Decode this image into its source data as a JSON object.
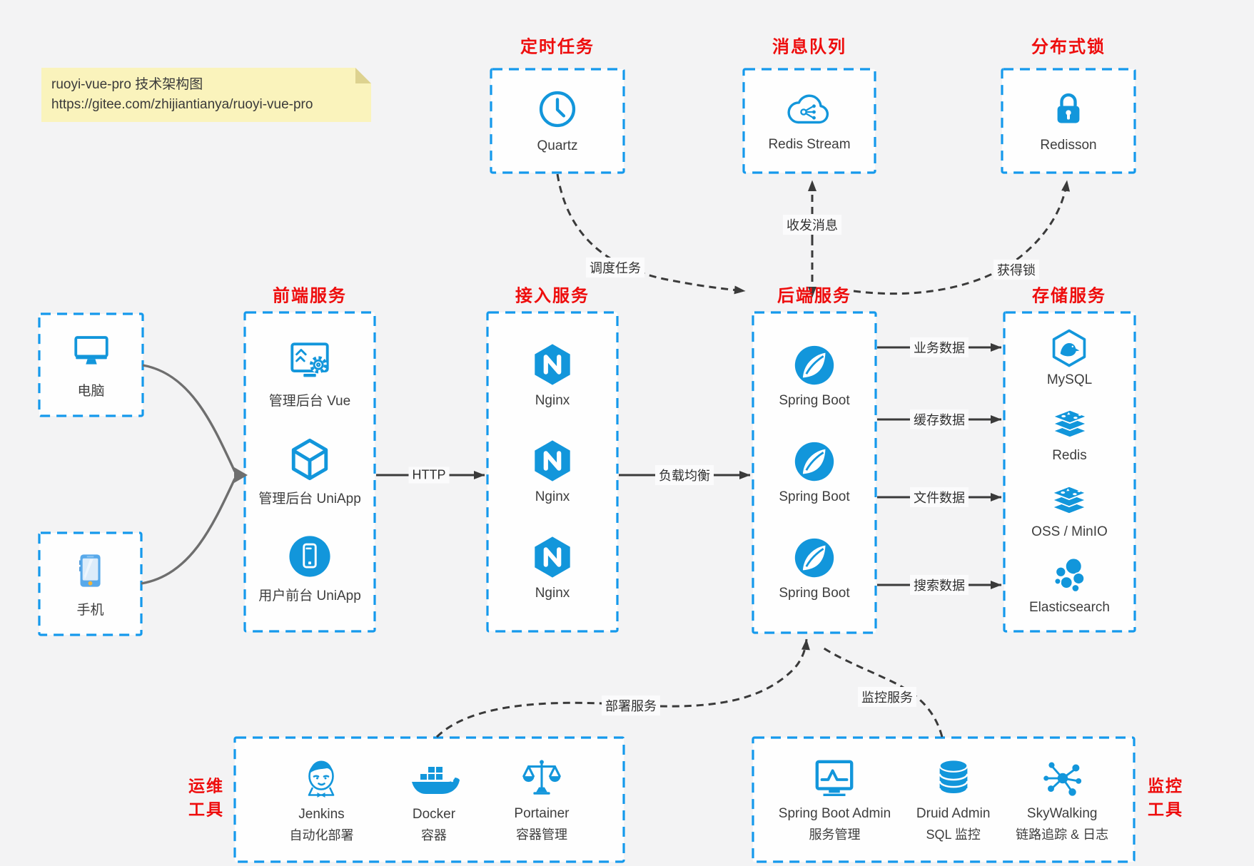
{
  "note": {
    "line1": "ruoyi-vue-pro 技术架构图",
    "line2": "https://gitee.com/zhijiantianya/ruoyi-vue-pro"
  },
  "titles": {
    "scheduled": "定时任务",
    "mq": "消息队列",
    "lock": "分布式锁",
    "frontend": "前端服务",
    "gateway": "接入服务",
    "backend": "后端服务",
    "storage": "存储服务",
    "ops_line1": "运维",
    "ops_line2": "工具",
    "monitoring_line1": "监控",
    "monitoring_line2": "工具"
  },
  "nodes": {
    "quartz": {
      "label": "Quartz",
      "icon": "clock-icon"
    },
    "redis_stream": {
      "label": "Redis Stream",
      "icon": "cloud-stream-icon"
    },
    "redisson": {
      "label": "Redisson",
      "icon": "lock-icon"
    },
    "pc": {
      "label": "电脑",
      "icon": "computer-icon"
    },
    "mobile": {
      "label": "手机",
      "icon": "smartphone-icon"
    },
    "frontend": {
      "items": [
        {
          "label": "管理后台 Vue",
          "icon": "admin-vue-icon"
        },
        {
          "label": "管理后台 UniApp",
          "icon": "uniapp-cube-icon"
        },
        {
          "label": "用户前台 UniApp",
          "icon": "user-uniapp-icon"
        }
      ]
    },
    "gateway": {
      "items": [
        {
          "label": "Nginx",
          "icon": "nginx-icon"
        },
        {
          "label": "Nginx",
          "icon": "nginx-icon"
        },
        {
          "label": "Nginx",
          "icon": "nginx-icon"
        }
      ]
    },
    "backend": {
      "items": [
        {
          "label": "Spring Boot",
          "icon": "spring-icon"
        },
        {
          "label": "Spring Boot",
          "icon": "spring-icon"
        },
        {
          "label": "Spring Boot",
          "icon": "spring-icon"
        }
      ]
    },
    "storage": {
      "items": [
        {
          "label": "MySQL",
          "icon": "mysql-icon"
        },
        {
          "label": "Redis",
          "icon": "redis-stack-icon"
        },
        {
          "label": "OSS / MinIO",
          "icon": "oss-stack-icon"
        },
        {
          "label": "Elasticsearch",
          "icon": "elasticsearch-icon"
        }
      ]
    },
    "ops": {
      "items": [
        {
          "name": "Jenkins",
          "desc": "自动化部署",
          "icon": "jenkins-icon"
        },
        {
          "name": "Docker",
          "desc": "容器",
          "icon": "docker-icon"
        },
        {
          "name": "Portainer",
          "desc": "容器管理",
          "icon": "portainer-icon"
        }
      ]
    },
    "monitoring": {
      "items": [
        {
          "name": "Spring Boot Admin",
          "desc": "服务管理",
          "icon": "spring-boot-admin-icon"
        },
        {
          "name": "Druid Admin",
          "desc": "SQL 监控",
          "icon": "druid-icon"
        },
        {
          "name": "SkyWalking",
          "desc": "链路追踪 & 日志",
          "icon": "skywalking-icon"
        }
      ]
    }
  },
  "edges": {
    "http": "HTTP",
    "load_balance": "负载均衡",
    "business_data": "业务数据",
    "cache_data": "缓存数据",
    "file_data": "文件数据",
    "search_data": "搜索数据",
    "schedule_task": "调度任务",
    "send_receive_message": "收发消息",
    "acquire_lock": "获得锁",
    "deploy_service": "部署服务",
    "monitor_service": "监控服务"
  },
  "colors": {
    "icon_blue": "#1296db",
    "border_blue": "#1499ec",
    "title_red": "#ee0d0d",
    "connector_dark": "#3a3a3a",
    "connector_gray": "#6e6e6e",
    "note_bg": "#faf3bc",
    "page_bg": "#f3f3f4"
  }
}
